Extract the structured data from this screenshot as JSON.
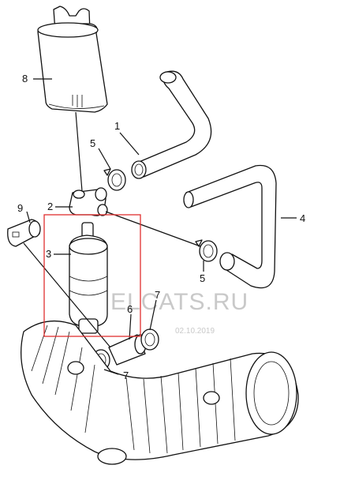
{
  "callouts": [
    "1",
    "2",
    "3",
    "4",
    "5",
    "5",
    "6",
    "7",
    "7",
    "8",
    "9"
  ],
  "watermark": {
    "text": "ELCATS.RU",
    "date": "02.10.2019"
  },
  "highlight_color": "#e0302f"
}
